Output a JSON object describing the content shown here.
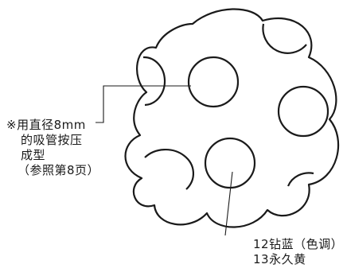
{
  "annotations": {
    "straw_note": {
      "line1": "※用直径8mm",
      "line2": "的吸管按压",
      "line3": "成型",
      "line4": "（参照第8页）"
    },
    "color_note": {
      "line1": "12钻蓝（色调）",
      "line2": "13永久黄"
    }
  },
  "colors": {
    "ink": "#1a1a1a",
    "background": "#ffffff"
  }
}
